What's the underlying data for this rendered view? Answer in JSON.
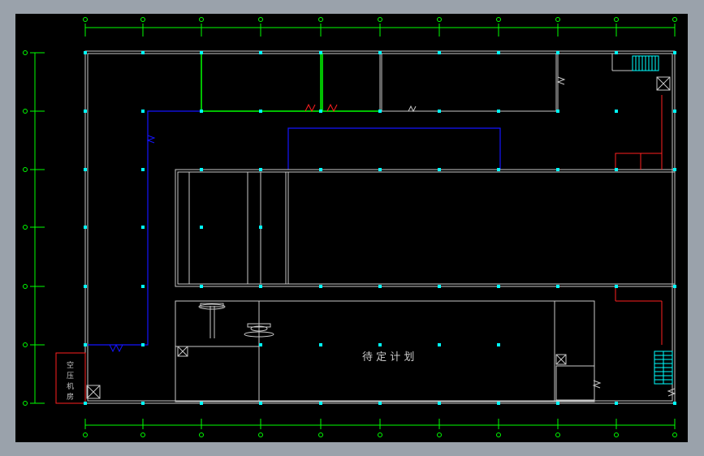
{
  "drawing": {
    "room_label_pending": "待 定 计 划",
    "room_label_compressor": [
      "空",
      "压",
      "机",
      "房"
    ],
    "colors": {
      "background": "#000000",
      "frame": "#9aa2ab",
      "wall": "#c8c8c8",
      "dimension": "#00ff00",
      "column": "#00ffff",
      "blue_line": "#1010ff",
      "red_line": "#ff2020",
      "green_wall": "#00ff00"
    }
  }
}
